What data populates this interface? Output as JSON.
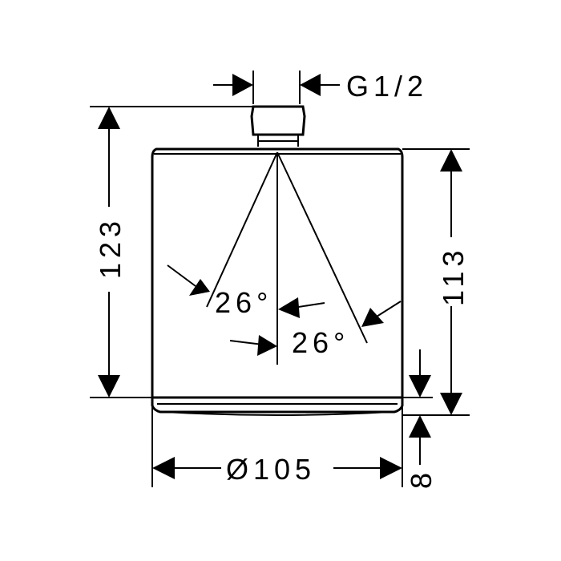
{
  "drawing": {
    "labels": {
      "thread": "G1/2",
      "overall_height": "123",
      "body_height": "113",
      "diameter": "Ø105",
      "face_height": "8",
      "angle_left": "26°",
      "angle_right": "26°"
    },
    "colors": {
      "line": "#000000",
      "background": "#ffffff"
    }
  }
}
